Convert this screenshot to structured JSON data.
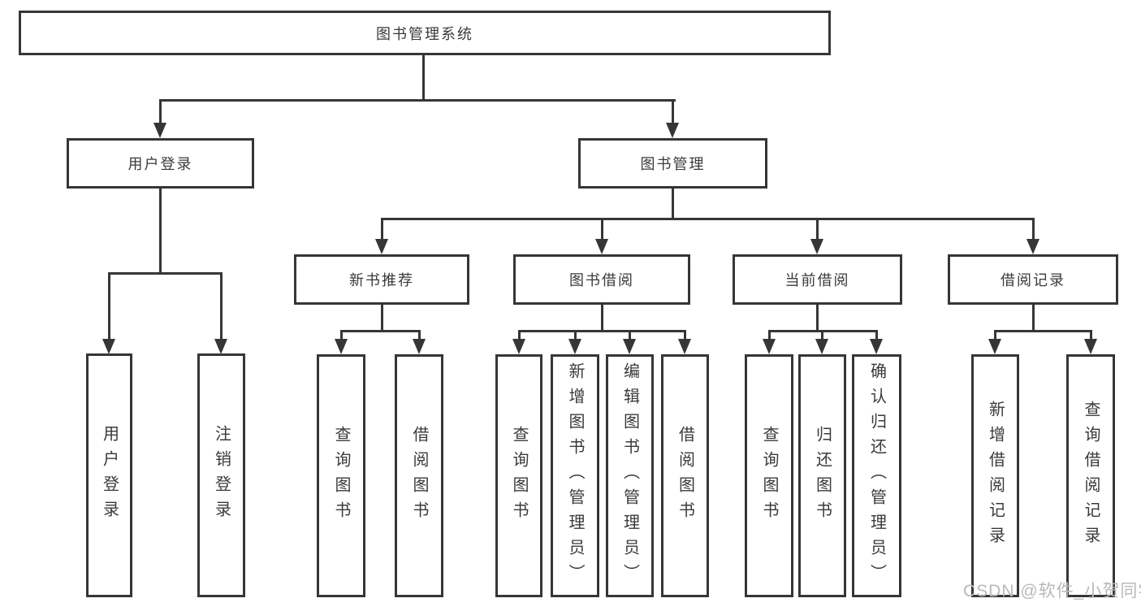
{
  "diagram": {
    "title": "图书管理系统",
    "root": {
      "label": "图书管理系统"
    },
    "branches": [
      {
        "label": "用户登录",
        "leaves": [
          "用户登录",
          "注销登录"
        ]
      },
      {
        "label": "图书管理",
        "children": [
          {
            "label": "新书推荐",
            "leaves": [
              "查询图书",
              "借阅图书"
            ]
          },
          {
            "label": "图书借阅",
            "leaves": [
              "查询图书",
              "新增图书（管理员）",
              "编辑图书（管理员）",
              "借阅图书"
            ]
          },
          {
            "label": "当前借阅",
            "leaves": [
              "查询图书",
              "归还图书",
              "确认归还（管理员）"
            ]
          },
          {
            "label": "借阅记录",
            "leaves": [
              "新增借阅记录",
              "查询借阅记录"
            ]
          }
        ]
      }
    ]
  },
  "watermark": {
    "text": "CSDN @软件_小贺同学"
  },
  "colors": {
    "line": "#363636",
    "box_background": "#ffffff",
    "text": "#3a3a3a",
    "watermark": "#b9b9b9"
  }
}
